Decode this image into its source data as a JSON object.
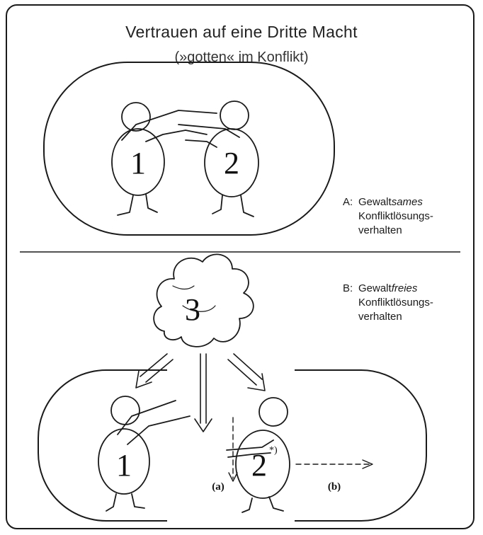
{
  "title": "Vertrauen auf eine Dritte Macht",
  "subtitle": "(»gotten« im Konflikt)",
  "figures": {
    "top_left": "1",
    "top_right": "2",
    "cloud": "3",
    "bottom_left": "1",
    "bottom_right": "2",
    "bottom_right_sup": "*)"
  },
  "caption_a": {
    "prefix": "A:",
    "word_plain": "Gewalt",
    "word_italic": "sames",
    "line2": "Konfliktlösungs-",
    "line3": "verhalten"
  },
  "caption_b": {
    "prefix": "B:",
    "word_plain": "Gewalt",
    "word_italic": "freies",
    "line2": "Konfliktlösungs-",
    "line3": "verhalten"
  },
  "arrow_labels": {
    "a": "(a)",
    "b": "(b)"
  }
}
